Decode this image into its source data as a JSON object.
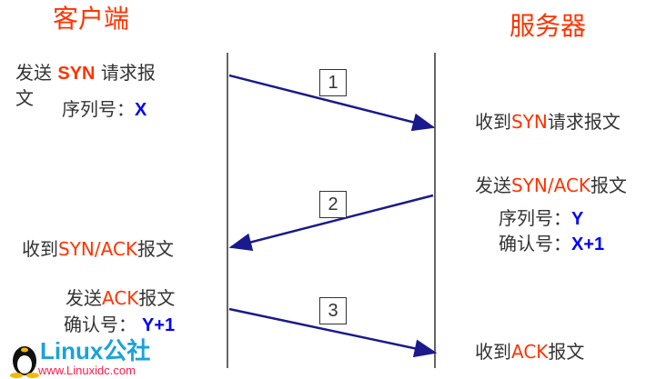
{
  "client_title": "客户端",
  "server_title": "服务器",
  "step1": {
    "num": "1",
    "client_a": "发送 ",
    "client_syn": "SYN",
    "client_b": " 请求报",
    "client_c": "文",
    "client_seq_label": "序列号：",
    "client_seq": "X",
    "server_a": "收到",
    "server_syn": "SYN",
    "server_b": "请求报文"
  },
  "step2": {
    "num": "2",
    "server_a": "发送",
    "server_synack": "SYN/ACK",
    "server_b": "报文",
    "server_seq_label": "序列号：",
    "server_seq": "Y",
    "server_ack_label": "确认号：",
    "server_ack": "X+1",
    "client_a": "收到",
    "client_synack": "SYN/ACK",
    "client_b": "报文"
  },
  "step3": {
    "num": "3",
    "client_a": "发送",
    "client_ack": "ACK",
    "client_b": "报文",
    "client_ack_label": "确认号：",
    "client_ack_val": "Y+1",
    "server_a": "收到",
    "server_ack": "ACK",
    "server_b": "报文"
  },
  "watermark": {
    "brand": "Linux公社",
    "url": "www.Linuxidc.com"
  },
  "colors": {
    "highlight": "#ff3300",
    "value": "#0000ff",
    "arrow": "#1a1a8c"
  }
}
